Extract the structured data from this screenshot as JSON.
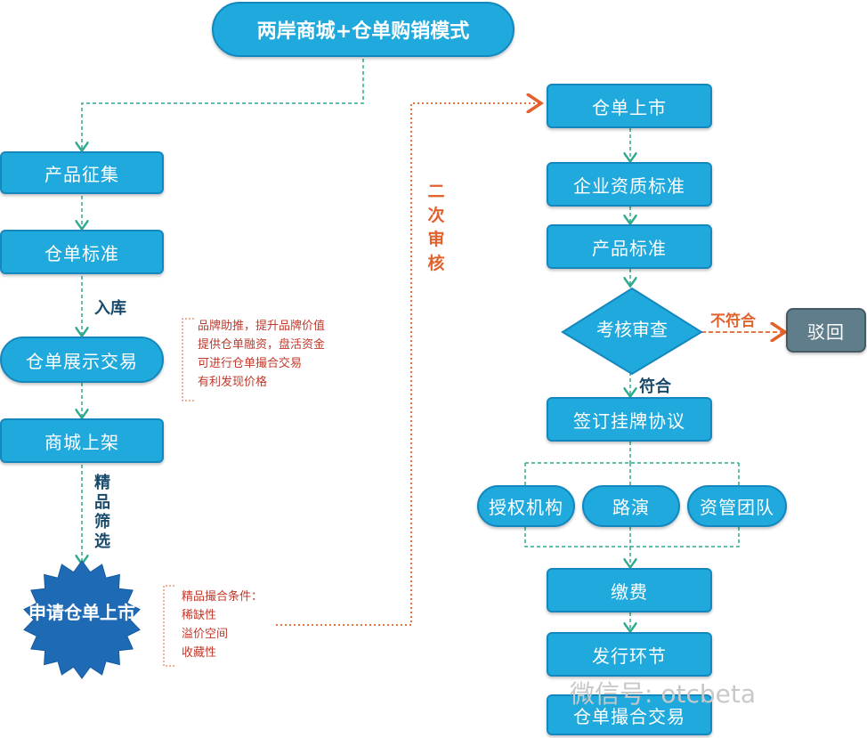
{
  "title": "两岸商城+仓单购销模式",
  "left": {
    "product_collect": "产品征集",
    "receipt_standard": "仓单标准",
    "inbound_label": "入库",
    "receipt_display": "仓单展示交易",
    "mall_listing": "商城上架",
    "select_label": "精品筛选",
    "apply_listing": "申请仓单上市"
  },
  "notes1": [
    "品牌助推，提升品牌价值",
    "提供仓单融资，盘活资金",
    "可进行仓单撮合交易",
    "有利发现价格"
  ],
  "notes2": [
    "精品撮合条件：",
    "稀缺性",
    "溢价空间",
    "收藏性"
  ],
  "second_review": "二次审核",
  "right": {
    "receipt_listing": "仓单上市",
    "enterprise_standard": "企业资质标准",
    "product_standard": "产品标准",
    "review": "考核审查",
    "not_qualified": "不符合",
    "reject": "驳回",
    "qualified": "符合",
    "sign_agreement": "签订挂牌协议",
    "authorized_org": "授权机构",
    "roadshow": "路演",
    "asset_team": "资管团队",
    "payment": "缴费",
    "issuance": "发行环节",
    "matching_trade": "仓单撮合交易"
  },
  "watermark": "微信号: otcbeta",
  "colors": {
    "box": "#1fa9dd",
    "star": "#1f6ab5",
    "accent": "#e2622e",
    "reject": "#607d8b",
    "connector": "#2eaa8f"
  }
}
